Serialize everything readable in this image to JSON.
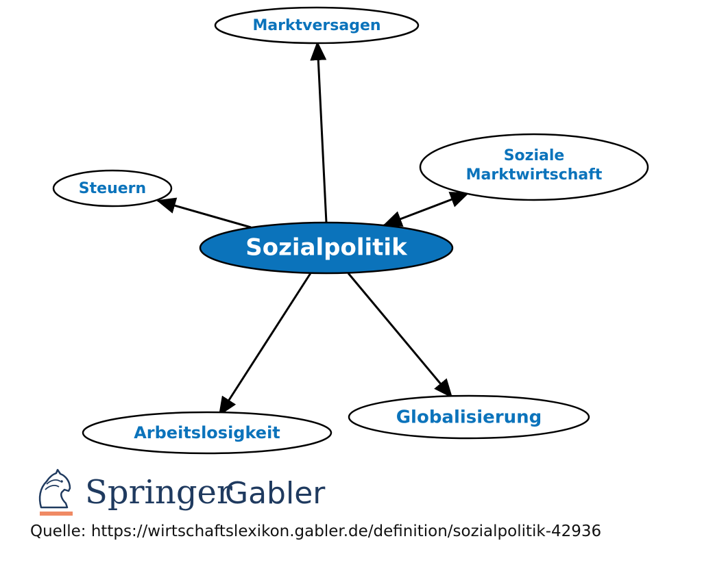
{
  "diagram": {
    "center": {
      "label": "Sozialpolitik",
      "fill": "#0b73bb"
    },
    "nodes": {
      "marktversagen": {
        "label": "Marktversagen"
      },
      "soziale_marktwirtschaft": {
        "line1": "Soziale",
        "line2": "Marktwirtschaft"
      },
      "steuern": {
        "label": "Steuern"
      },
      "arbeitslosigkeit": {
        "label": "Arbeitslosigkeit"
      },
      "globalisierung": {
        "label": "Globalisierung"
      }
    },
    "node_text_color": "#0b73bb"
  },
  "logo": {
    "springer": "Springer",
    "gabler": "Gabler",
    "icon": "knight-horse-icon",
    "accent": "#f08a64"
  },
  "source": {
    "text": "Quelle: https://wirtschaftslexikon.gabler.de/definition/sozialpolitik-42936"
  }
}
